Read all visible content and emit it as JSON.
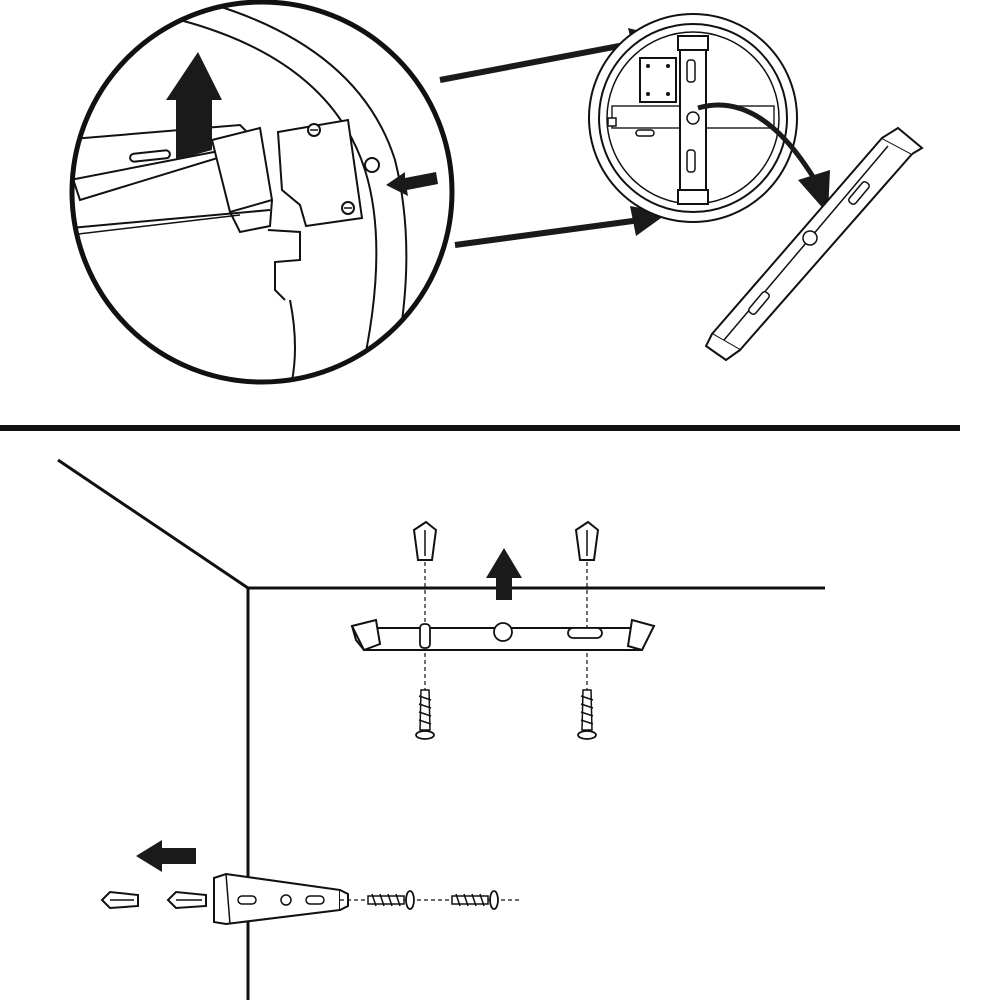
{
  "diagram": {
    "colors": {
      "line": "#111111",
      "fill": "#ffffff",
      "accent": "#1a1a1a",
      "shade": "#e6e6e6"
    },
    "panels": [
      {
        "id": "top",
        "description_visible_text": ""
      },
      {
        "id": "bottom",
        "description_visible_text": ""
      }
    ],
    "icons": [
      "magnifier-circle",
      "mounting-bracket",
      "wall-anchor",
      "screw",
      "direction-arrow"
    ]
  }
}
